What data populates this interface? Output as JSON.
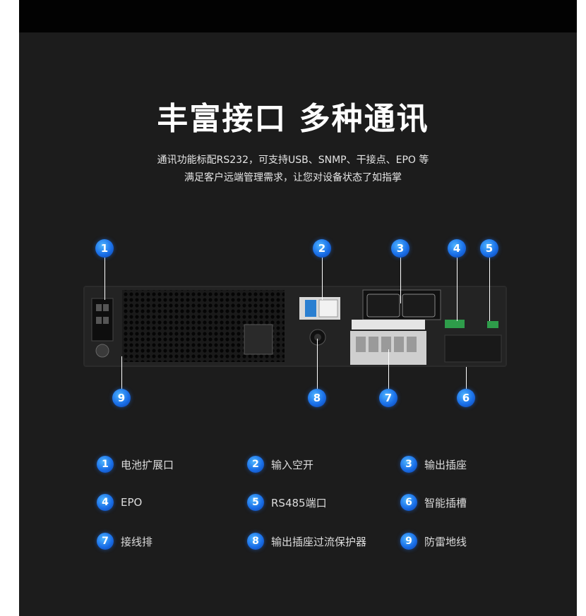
{
  "header": {
    "title": "丰富接口 多种通讯",
    "subtitle_line1": "通讯功能标配RS232，可支持USB、SNMP、干接点、EPO 等",
    "subtitle_line2": "满足客户远端管理需求，让您对设备状态了如指掌"
  },
  "callouts": [
    "1",
    "2",
    "3",
    "4",
    "5",
    "6",
    "7",
    "8",
    "9"
  ],
  "legend": [
    {
      "num": "1",
      "label": "电池扩展口"
    },
    {
      "num": "2",
      "label": "输入空开"
    },
    {
      "num": "3",
      "label": "输出插座"
    },
    {
      "num": "4",
      "label": "EPO"
    },
    {
      "num": "5",
      "label": "RS485端口"
    },
    {
      "num": "6",
      "label": "智能插槽"
    },
    {
      "num": "7",
      "label": "接线排"
    },
    {
      "num": "8",
      "label": "输出插座过流保护器"
    },
    {
      "num": "9",
      "label": "防雷地线"
    }
  ],
  "colors": {
    "background": "#1c1c1c",
    "accent": "#1a6fe8",
    "title": "#ffffff"
  }
}
